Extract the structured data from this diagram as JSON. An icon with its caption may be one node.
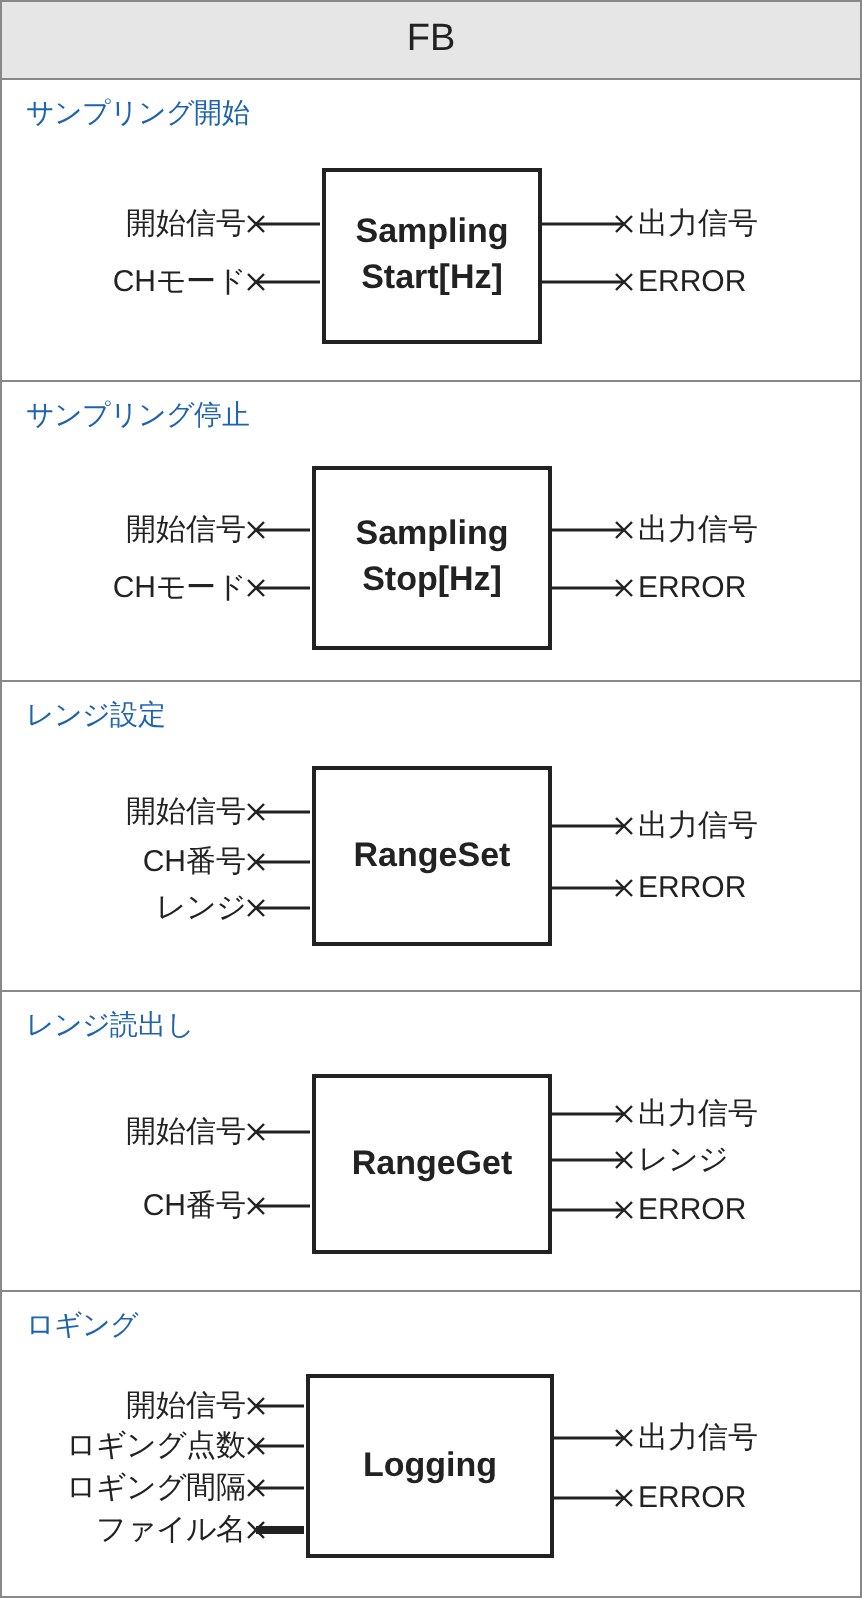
{
  "diagram": {
    "title": "FB",
    "nodes": [
      {
        "text": [
          "サンプリング開始"
        ]
      },
      {
        "text": [
          "Sampling Start[Hz]"
        ],
        "in": 0
      },
      {
        "text": [
          "開始信号"
        ],
        "in": 0
      },
      {
        "text": [
          "CHモード"
        ],
        "in": 0
      },
      {
        "text": [
          "出力信号"
        ],
        "in": 0
      },
      {
        "text": [
          "ERROR"
        ],
        "in": 0
      },
      {
        "text": [
          "サンプリング停止"
        ]
      },
      {
        "text": [
          "Sampling Stop[Hz]"
        ],
        "in": 6
      },
      {
        "text": [
          "開始信号"
        ],
        "in": 6
      },
      {
        "text": [
          "CHモード"
        ],
        "in": 6
      },
      {
        "text": [
          "出力信号"
        ],
        "in": 6
      },
      {
        "text": [
          "ERROR"
        ],
        "in": 6
      },
      {
        "text": [
          "レンジ設定"
        ]
      },
      {
        "text": [
          "RangeSet"
        ],
        "in": 12
      },
      {
        "text": [
          "開始信号"
        ],
        "in": 12
      },
      {
        "text": [
          "CH番号"
        ],
        "in": 12
      },
      {
        "text": [
          "レンジ"
        ],
        "in": 12
      },
      {
        "text": [
          "出力信号"
        ],
        "in": 12
      },
      {
        "text": [
          "ERROR"
        ],
        "in": 12
      },
      {
        "text": [
          "レンジ読出し"
        ]
      },
      {
        "text": [
          "RangeGet"
        ],
        "in": 19
      },
      {
        "text": [
          "開始信号"
        ],
        "in": 19
      },
      {
        "text": [
          "CH番号"
        ],
        "in": 19
      },
      {
        "text": [
          "出力信号"
        ],
        "in": 19
      },
      {
        "text": [
          "レンジ"
        ],
        "in": 19
      },
      {
        "text": [
          "ERROR"
        ],
        "in": 19
      },
      {
        "text": [
          "ロギング"
        ]
      },
      {
        "text": [
          "Logging"
        ],
        "in": 26
      },
      {
        "text": [
          "開始信号"
        ],
        "in": 26
      },
      {
        "text": [
          "ロギング点数"
        ],
        "in": 26
      },
      {
        "text": [
          "ロギング間隔"
        ],
        "in": 26
      },
      {
        "text": [
          "ファイル名"
        ],
        "in": 26
      },
      {
        "text": [
          "出力信号"
        ],
        "in": 26
      },
      {
        "text": [
          "ERROR"
        ],
        "in": 26
      }
    ],
    "edges": [
      {
        "from": 1,
        "to": 2,
        "arrow": "other"
      },
      {
        "from": 1,
        "to": 3,
        "arrow": "other"
      },
      {
        "from": 1,
        "to": 4,
        "arrow": "other"
      },
      {
        "from": 1,
        "to": 5,
        "arrow": "other"
      },
      {
        "from": 7,
        "to": 8,
        "arrow": "other"
      },
      {
        "from": 7,
        "to": 9,
        "arrow": "other"
      },
      {
        "from": 7,
        "to": 10,
        "arrow": "other"
      },
      {
        "from": 7,
        "to": 11,
        "arrow": "other"
      },
      {
        "from": 13,
        "to": 14,
        "arrow": "other"
      },
      {
        "from": 13,
        "to": 15,
        "arrow": "other"
      },
      {
        "from": 13,
        "to": 16,
        "arrow": "other"
      },
      {
        "from": 13,
        "to": 17,
        "arrow": "other"
      },
      {
        "from": 13,
        "to": 18,
        "arrow": "other"
      },
      {
        "from": 20,
        "to": 21,
        "arrow": "other"
      },
      {
        "from": 20,
        "to": 22,
        "arrow": "other"
      },
      {
        "from": 20,
        "to": 23,
        "arrow": "other"
      },
      {
        "from": 20,
        "to": 24,
        "arrow": "other"
      },
      {
        "from": 20,
        "to": 25,
        "arrow": "other"
      },
      {
        "from": 27,
        "to": 28,
        "arrow": "other"
      },
      {
        "from": 27,
        "to": 29,
        "arrow": "other"
      },
      {
        "from": 27,
        "to": 30,
        "arrow": "other"
      },
      {
        "from": 27,
        "to": 31,
        "arrow": "other",
        "style": "thick"
      },
      {
        "from": 27,
        "to": 32,
        "arrow": "other"
      },
      {
        "from": 27,
        "to": 33,
        "arrow": "other"
      }
    ]
  }
}
